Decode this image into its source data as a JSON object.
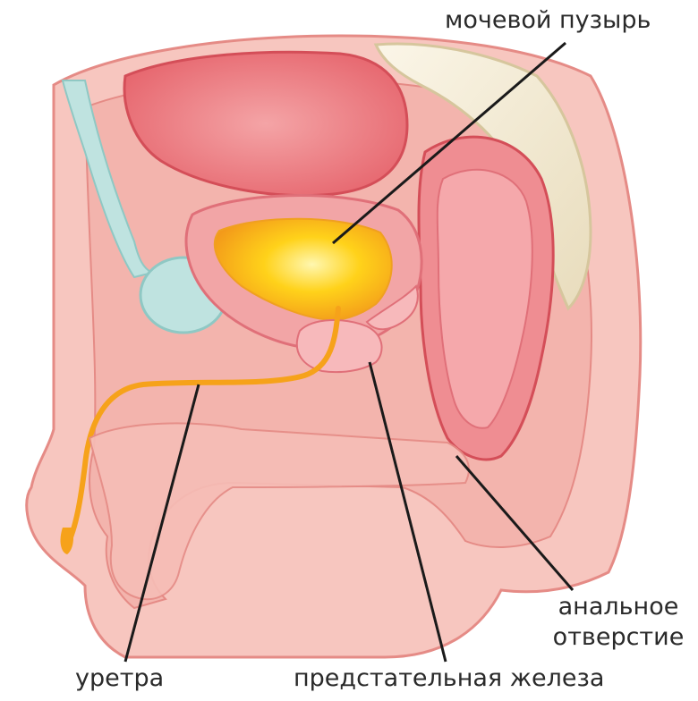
{
  "diagram": {
    "labels": {
      "bladder": "мочевой пузырь",
      "anal_line1": "анальное",
      "anal_line2": "отверстие",
      "urethra": "уретра",
      "prostate": "предстательная железа"
    },
    "colors": {
      "background": "#ffffff",
      "tissue_light": "#f7c6bf",
      "tissue_mid": "#ef9f98",
      "tissue_outline": "#e58b86",
      "organ_red": "#e8606a",
      "bone": "#f2ead3",
      "cartilage": "#bfe3e0",
      "urine_yellow": "#ffd21a",
      "urine_orange": "#f6a21a",
      "leader_line": "#1a1a1a"
    }
  }
}
